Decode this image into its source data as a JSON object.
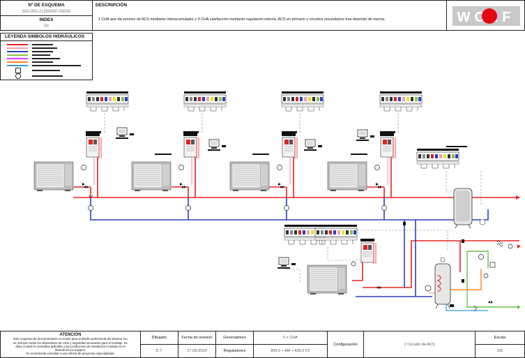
{
  "header": {
    "schema_label": "Nº DE ESQUEMA",
    "schema_value": "500-000-21300000-00000",
    "index_label": "INDEX",
    "index_value": "00",
    "description_label": "DESCRIPCIÓN",
    "description_text": "1 CHA que da servicio de ACS mediante interacumulador y 4 CHA calefacción mediante regulación interna. ACS en primario y circuitos secundarios tras depósito de inercia."
  },
  "legend": {
    "title": "LEYENDA SIMBOLOS HIDRÁULICOS",
    "colors": [
      "#e52320",
      "#e52320",
      "#f29fb0",
      "#2b3fc4",
      "#8bc34a",
      "#e040fb",
      "#f28a1c",
      "#2e9be0",
      "#aaaaaa"
    ]
  },
  "footer": {
    "attention_title": "ATENCIÓN",
    "attention_lines": [
      "Este esquema de funcionamiento no exime para el diseño profesional del sistema. No",
      "se incluyen todos los dispositivos de corte y seguridad necesarios para el montaje. Se",
      "debe cumplir la normativa aplicable y las condiciones de instalación incluidas en el",
      "Manual de los equipos.",
      "Se recomienda consultar a una oficina de proyectos especializada."
    ],
    "drawn_label": "Dibujado",
    "drawn_value": "D.T.",
    "revision_label": "Fecha de revisión",
    "revision_value": "17-09-2024",
    "generators_label": "Generadores",
    "generators_value": "5 x CHA",
    "regulators_label": "Reguladores",
    "regulators_value": "BM-2 + AM + KM-2 V2",
    "config_label": "Configuración",
    "config_value": "1 Circuito de ACS",
    "scale_label": "Escala",
    "scale_value": "S/E"
  },
  "logo": {
    "brand": "WOLF",
    "accent": "#e30613"
  }
}
